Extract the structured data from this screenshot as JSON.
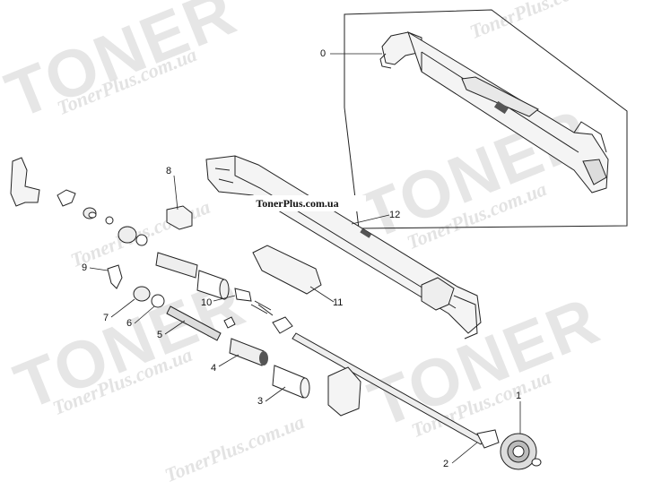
{
  "watermark": {
    "brand": "TONER",
    "site": "TonerPlus.com.ua"
  },
  "site_label": "TonerPlus.com.ua",
  "callouts": {
    "c0": "0",
    "c1": "1",
    "c2": "2",
    "c3": "3",
    "c4": "4",
    "c5": "5",
    "c6": "6",
    "c7": "7",
    "c8": "8",
    "c9": "9",
    "c10": "10",
    "c11": "11",
    "c12": "12"
  },
  "colors": {
    "line": "#222222",
    "watermark": "#e6e6e6",
    "part_fill": "#f4f4f4",
    "part_dark": "#555555"
  }
}
